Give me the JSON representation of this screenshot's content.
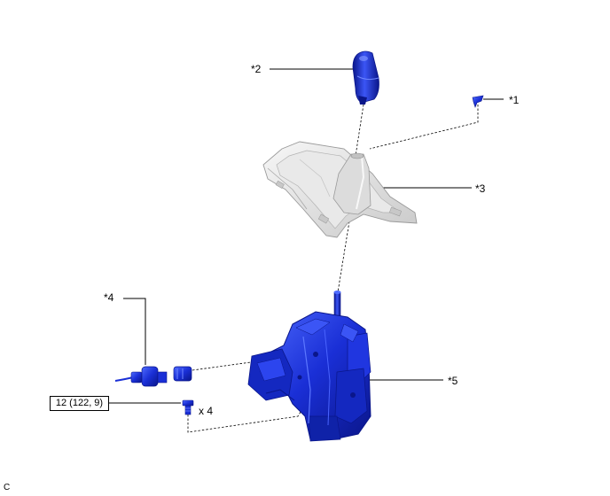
{
  "callouts": {
    "c1": "*1",
    "c2": "*2",
    "c3": "*3",
    "c4": "*4",
    "c5": "*5"
  },
  "torque": "12 (122, 9)",
  "quantity": "x 4",
  "footer_code": "C",
  "colors": {
    "part_blue": "#1a2fd6",
    "part_blue_dark": "#0a168a",
    "part_blue_light": "#4f6cff",
    "bezel_light": "#f1f1f1",
    "bezel_mid": "#d6d6d6",
    "bezel_dark": "#b5b5b5",
    "line": "#000000"
  }
}
